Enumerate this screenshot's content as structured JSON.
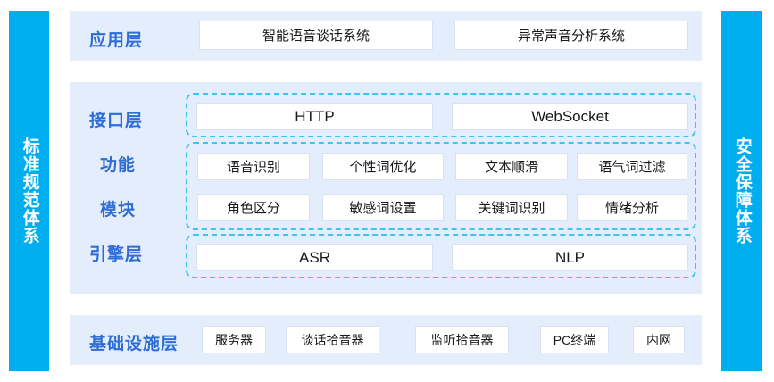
{
  "sidebars": {
    "left": {
      "label": "标准规范体系"
    },
    "right": {
      "label": "安全保障体系"
    }
  },
  "colors": {
    "sidebar_blue": "#00AEEF",
    "panel_background": "#E4EDFB",
    "label_blue": "#2E6DD6",
    "dashed_border": "#3FC4EC",
    "card_background": "#FFFFFF",
    "card_border": "#D8E2F2",
    "page_background": "#FFFFFF"
  },
  "layers": {
    "application": {
      "label": "应用层",
      "items": [
        {
          "label": "智能语音谈话系统"
        },
        {
          "label": "异常声音分析系统"
        }
      ]
    },
    "interface": {
      "label": "接口层",
      "items": [
        {
          "label": "HTTP"
        },
        {
          "label": "WebSocket"
        }
      ]
    },
    "function_module": {
      "label_line1": "功能",
      "label_line2": "模块",
      "row1": [
        {
          "label": "语音识别"
        },
        {
          "label": "个性词优化"
        },
        {
          "label": "文本顺滑"
        },
        {
          "label": "语气词过滤"
        }
      ],
      "row2": [
        {
          "label": "角色区分"
        },
        {
          "label": "敏感词设置"
        },
        {
          "label": "关键词识别"
        },
        {
          "label": "情绪分析"
        }
      ]
    },
    "engine": {
      "label": "引擎层",
      "items": [
        {
          "label": "ASR"
        },
        {
          "label": "NLP"
        }
      ]
    },
    "infrastructure": {
      "label": "基础设施层",
      "items": [
        {
          "label": "服务器"
        },
        {
          "label": "谈话拾音器"
        },
        {
          "label": "监听拾音器"
        },
        {
          "label": "PC终端"
        },
        {
          "label": "内网"
        }
      ]
    }
  }
}
